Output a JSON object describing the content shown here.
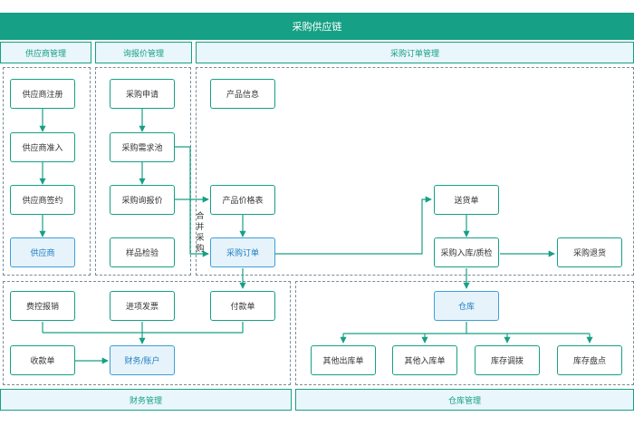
{
  "title": "采购供应链",
  "sections": {
    "supplier_mgmt": "供应商管理",
    "inquiry_mgmt": "询报价管理",
    "po_mgmt": "采购订单管理",
    "finance_mgmt": "财务管理",
    "warehouse_mgmt": "仓库管理"
  },
  "nodes": {
    "supplier_register": "供应商注册",
    "supplier_admission": "供应商准入",
    "supplier_sign": "供应商签约",
    "supplier": "供应商",
    "purchase_request": "采购申请",
    "demand_pool": "采购需求池",
    "purchase_quote": "采购询报价",
    "sample_inspection": "样品检验",
    "product_info": "产品信息",
    "price_list": "产品价格表",
    "purchase_order": "采购订单",
    "delivery_note": "送货单",
    "receipt_qc": "采购入库/质检",
    "purchase_return": "采购退货",
    "expense_claim": "费控报销",
    "input_invoice": "进项发票",
    "payment_slip": "付款单",
    "receipt_slip": "收款单",
    "finance_account": "财务/账户",
    "warehouse": "仓库",
    "other_outbound": "其他出库单",
    "other_inbound": "其他入库单",
    "stock_transfer": "库存调拨",
    "stock_count": "库存盘点"
  },
  "merge_label": "合\n并\n采\n购",
  "colors": {
    "teal": "#16a085",
    "header_fill": "#e9f6fb",
    "highlight_fill": "#e6f3fb",
    "highlight_text": "#1f7fc2"
  }
}
